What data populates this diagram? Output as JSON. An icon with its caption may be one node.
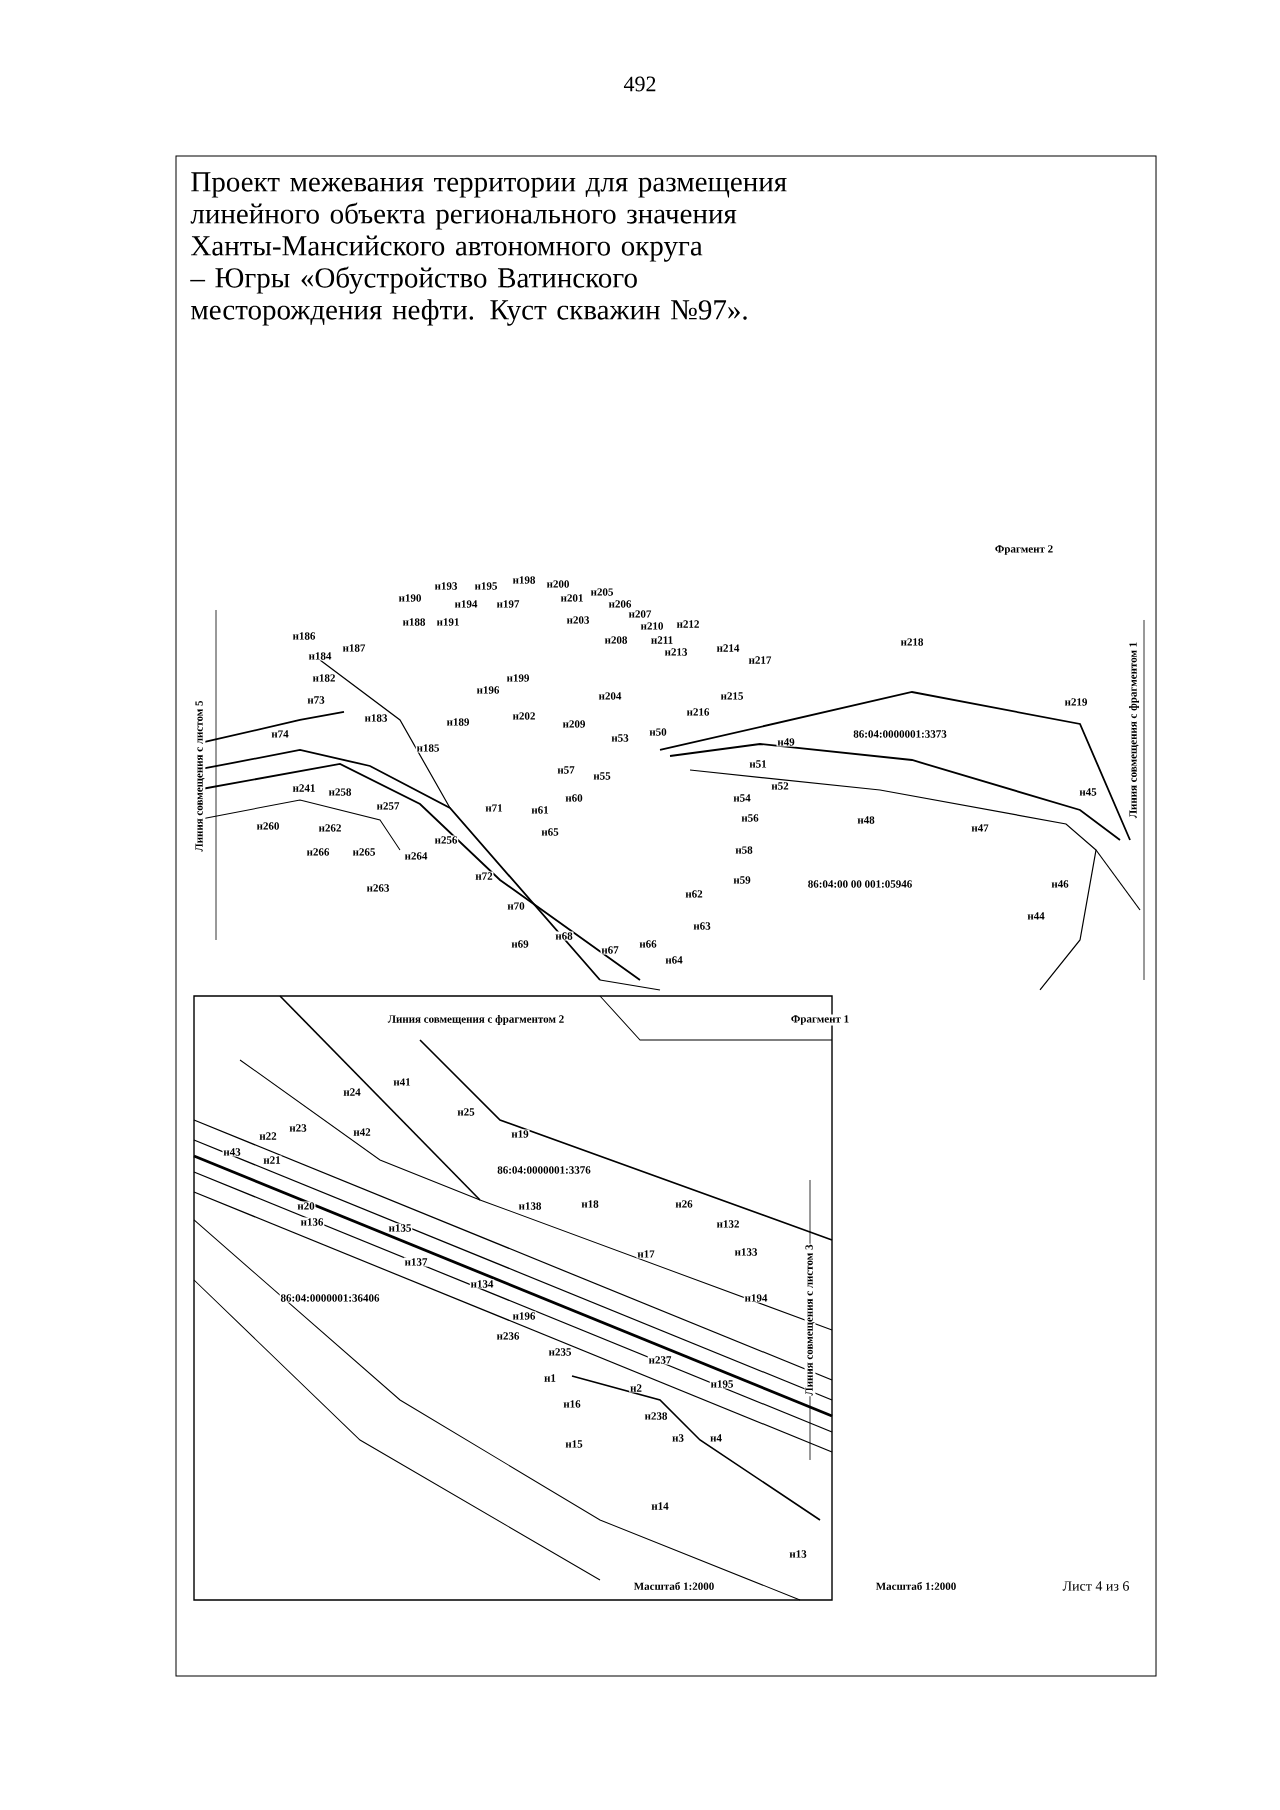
{
  "diagram": {
    "title": "Проект межевания территории для размещения линейного объекта регионального значения Ханты-Мансийского автономного округа – Югры «Обустройство Ватинского месторождения нефти. Куст скважин №97».",
    "labels": [
      "492",
      "Фрагмент 2",
      "Линия совмещения с листом 5",
      "н193",
      "н195",
      "н198",
      "н200",
      "н205",
      "н190",
      "н194",
      "н197",
      "н201",
      "н206",
      "н188",
      "н191",
      "н203",
      "н207",
      "н210",
      "н212",
      "н186",
      "н187",
      "н208",
      "н211",
      "н184",
      "н213",
      "н214",
      "н217",
      "н218",
      "н196",
      "н199",
      "н204",
      "н182",
      "н183",
      "н189",
      "н202",
      "н209",
      "н216",
      "н215",
      "н73",
      "н74",
      "н185",
      "н53",
      "н50",
      "н49",
      "н51",
      "н52",
      "н57",
      "н55",
      "н54",
      "н56",
      "н219",
      "н45",
      "н48",
      "н47",
      "н241",
      "н258",
      "н257",
      "н71",
      "н61",
      "н60",
      "н260",
      "н262",
      "н65",
      "н256",
      "н266",
      "н265",
      "н264",
      "н263",
      "н72",
      "н58",
      "н59",
      "н62",
      "н46",
      "н70",
      "н63",
      "н44",
      "н69",
      "н68",
      "н67",
      "н66",
      "н64",
      "86:04:0000001:3373",
      "86:04:00 00 001:05946",
      "Линия совмещения с фрагментом 1",
      "Линия совмещения с фрагментом 2",
      "Фрагмент 1",
      "н41",
      "н24",
      "н25",
      "н22",
      "н23",
      "н42",
      "н19",
      "н43",
      "н21",
      "н20",
      "н136",
      "н135",
      "н137",
      "н138",
      "н18",
      "н134",
      "н196",
      "н236",
      "86:04:0000001:3376",
      "86:04:0000001:36406",
      "н26",
      "н132",
      "н17",
      "н133",
      "н194",
      "н237",
      "н195",
      "н235",
      "н1",
      "н2",
      "н16",
      "н238",
      "н3",
      "н4",
      "н15",
      "н14",
      "н13",
      "Линия совмещения с листом 3",
      "Масштаб 1:2000",
      "Масштаб 1:2000",
      "Лист 4 из 6"
    ]
  }
}
